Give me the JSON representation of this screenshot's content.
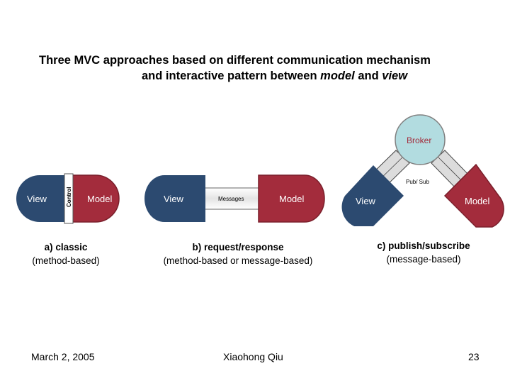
{
  "title": {
    "line1": "Three MVC approaches based on different communication mechanism",
    "line2_pre": "and interactive pattern between ",
    "line2_model": "model",
    "line2_and": " and ",
    "line2_view": "view"
  },
  "diagrams": {
    "a": {
      "view": "View",
      "control": "Control",
      "model": "Model",
      "caption_bold": "a) classic",
      "caption": "(method-based)"
    },
    "b": {
      "view": "View",
      "messages": "Messages",
      "model": "Model",
      "caption_bold": "b) request/response",
      "caption": "(method-based or message-based)"
    },
    "c": {
      "broker": "Broker",
      "pubsub": "Pub/ Sub",
      "view": "View",
      "model": "Model",
      "caption_bold": "c) publish/subscribe",
      "caption": "(message-based)"
    }
  },
  "colors": {
    "view": "#2c4a70",
    "model": "#a32c3c",
    "broker": "#b2dce0",
    "link": "#dcdcdc"
  },
  "footer": {
    "date": "March 2, 2005",
    "author": "Xiaohong Qiu",
    "page": "23"
  }
}
